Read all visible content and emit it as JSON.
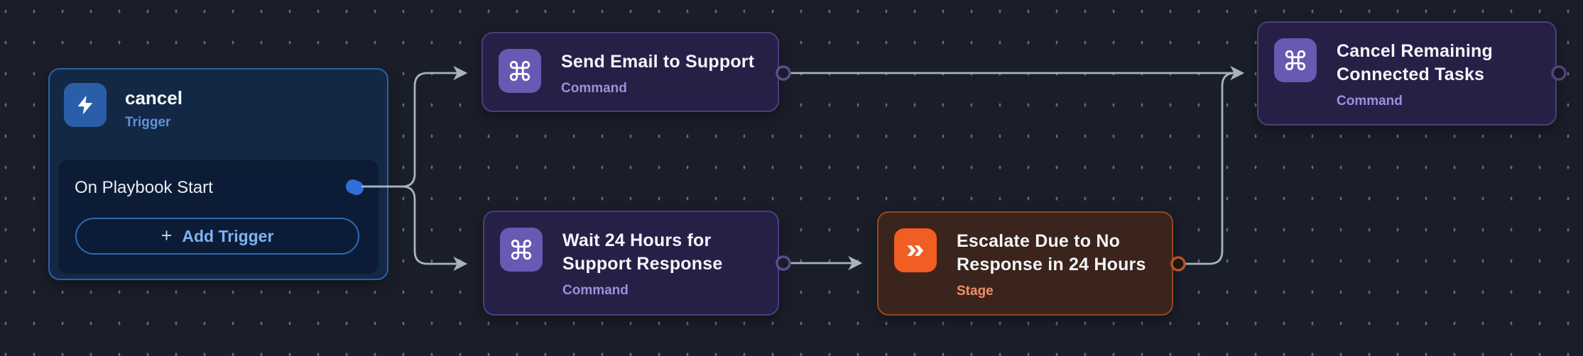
{
  "canvas": {
    "background": "#1a1e29",
    "grid_dot_color": "#98a3b2",
    "edge_color": "#a6b3c0"
  },
  "nodes": {
    "trigger": {
      "title": "cancel",
      "type_label": "Trigger",
      "icon": "lightning-bolt-icon",
      "accent_color": "#2a5ea8",
      "trigger_row_label": "On Playbook Start",
      "add_trigger_button": {
        "plus": "+",
        "label": "Add Trigger"
      }
    },
    "send_email": {
      "title": "Send Email to Support",
      "type_label": "Command",
      "icon": "command-key-icon",
      "accent_color": "#675ab2"
    },
    "wait": {
      "title": "Wait 24 Hours for Support Response",
      "type_label": "Command",
      "icon": "command-key-icon",
      "accent_color": "#675ab2"
    },
    "escalate": {
      "title": "Escalate Due to No Response in 24 Hours",
      "type_label": "Stage",
      "icon": "fast-forward-icon",
      "accent_color": "#f05e23"
    },
    "cancel_tasks": {
      "title": "Cancel Remaining Connected Tasks",
      "type_label": "Command",
      "icon": "command-key-icon",
      "accent_color": "#675ab2"
    }
  }
}
